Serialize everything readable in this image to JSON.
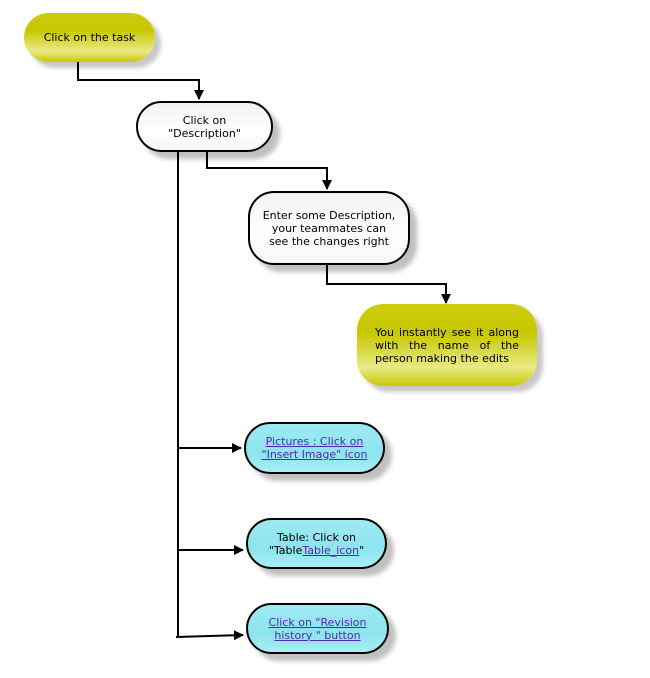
{
  "nodes": {
    "click_task": {
      "text": "Click on the task"
    },
    "click_description": {
      "line1": "Click on",
      "line2": "\"Description\""
    },
    "enter_description": {
      "line1": "Enter some Description,",
      "line2": "your teammates can",
      "line3": "see the changes right"
    },
    "instantly_see": {
      "line1": "You instantly see it along",
      "line2": "with the name of the",
      "line3": "person making the edits"
    },
    "pictures": {
      "line1": "Pictures : Click on",
      "line2": "\"Insert Image\" icon"
    },
    "table": {
      "line1": "Table: Click on",
      "prefix": "\"Table",
      "link": "Table_icon",
      "suffix": "\""
    },
    "revision": {
      "line1": "Click on \"Revision",
      "line2": "history \" button"
    }
  },
  "colors": {
    "yellow": "#c7c700",
    "cyan": "#8ee3ee",
    "link": "#4b2ab0",
    "line": "#000000"
  }
}
